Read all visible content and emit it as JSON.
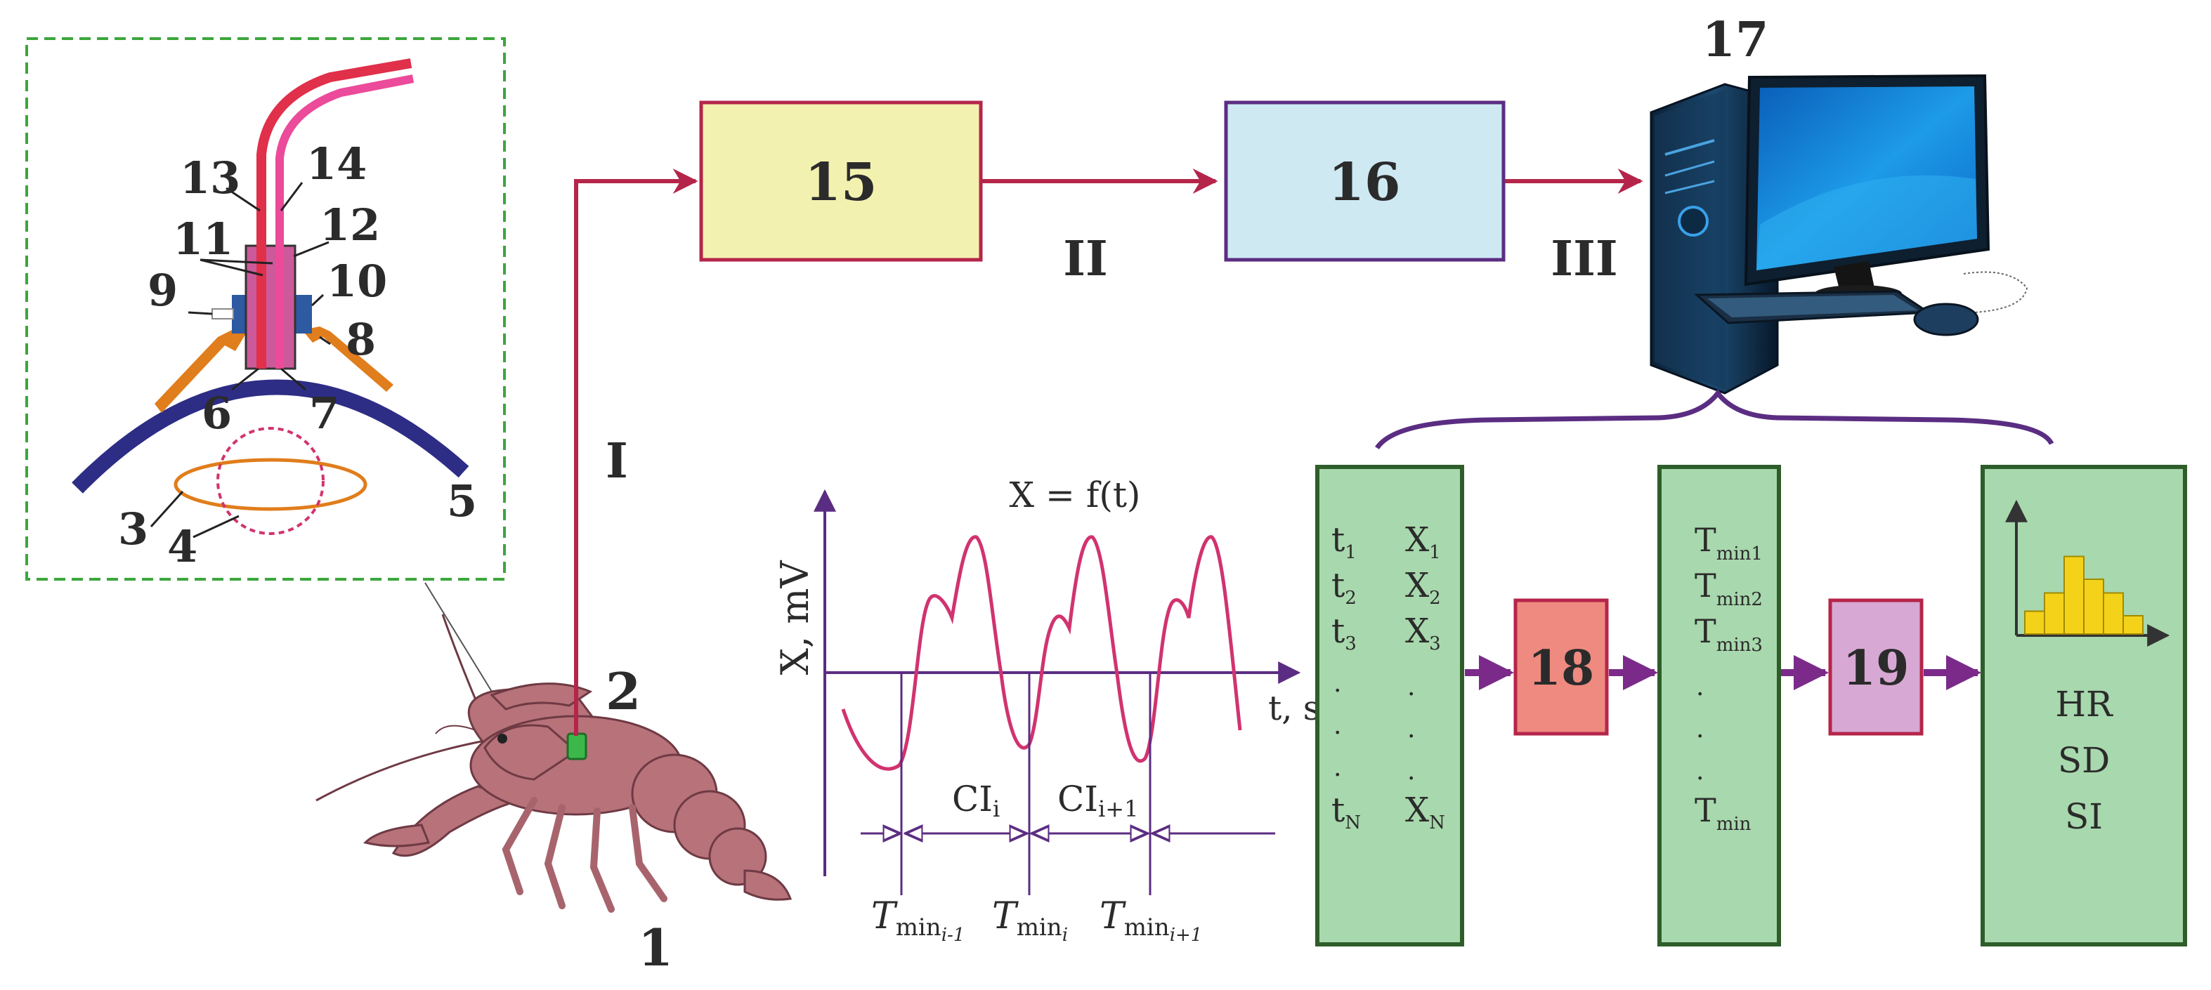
{
  "colors": {
    "line_red": "#b5254a",
    "line_purple": "#5b2d82",
    "arrow_purple": "#7b2a8a",
    "box15_fill": "#f3f1b0",
    "box16_fill": "#cfe9f3",
    "green_fill": "#a8d8ad",
    "green_stroke": "#2e5d2a",
    "box18_fill": "#ef8a80",
    "box19_fill": "#d8a8d4",
    "wave": "#d1336f",
    "inset_border": "#3ca63c",
    "shell": "#2d2d86",
    "orange": "#e07d1c"
  },
  "inset": {
    "labels": {
      "l3": "3",
      "l4": "4",
      "l5": "5",
      "l6": "6",
      "l7": "7",
      "l8": "8",
      "l9": "9",
      "l10": "10",
      "l11": "11",
      "l12": "12",
      "l13": "13",
      "l14": "14"
    }
  },
  "labels": {
    "animal": "1",
    "sensor": "2",
    "computer": "17",
    "link_I": "I",
    "link_II": "II",
    "link_III": "III"
  },
  "blocks": {
    "b15": "15",
    "b16": "16",
    "b18": "18",
    "b19": "19"
  },
  "graph": {
    "title": "X = f(t)",
    "ylabel": "X, mV",
    "xlabel": "t, s",
    "ci_i": "CI",
    "ci_i_sub": "i",
    "ci_i1": "CI",
    "ci_i1_sub": "i+1",
    "tmin_a": "T",
    "tmin_a_sub": "min",
    "tmin_a_subsub": "i-1",
    "tmin_b": "T",
    "tmin_b_sub": "min",
    "tmin_b_subsub": "i",
    "tmin_c": "T",
    "tmin_c_sub": "min",
    "tmin_c_subsub": "i+1"
  },
  "table1": {
    "rows": [
      {
        "t": "t",
        "ts": "1",
        "x": "X",
        "xs": "1"
      },
      {
        "t": "t",
        "ts": "2",
        "x": "X",
        "xs": "2"
      },
      {
        "t": "t",
        "ts": "3",
        "x": "X",
        "xs": "3"
      }
    ],
    "dot": ".",
    "last_t": "t",
    "last_ts": "N",
    "last_x": "X",
    "last_xs": "N"
  },
  "table2": {
    "rows": [
      {
        "t": "T",
        "ts": "min1"
      },
      {
        "t": "T",
        "ts": "min2"
      },
      {
        "t": "T",
        "ts": "min3"
      }
    ],
    "dot": ".",
    "last_t": "T",
    "last_ts": "min"
  },
  "results": {
    "hr": "HR",
    "sd": "SD",
    "si": "SI",
    "histogram": [
      0.25,
      0.45,
      0.85,
      0.6,
      0.45,
      0.2
    ]
  }
}
